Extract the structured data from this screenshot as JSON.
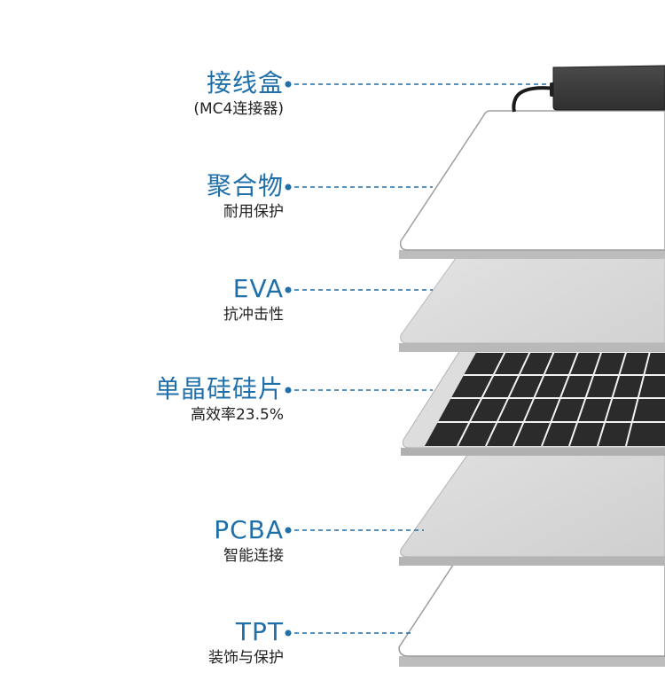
{
  "theme": {
    "accent": "#1f6fab",
    "text_dark": "#222222",
    "sheet_edge": "#a9a9a9",
    "cell_dark": "#2b2b2b",
    "box_dark": "#3a3a3a"
  },
  "layers": [
    {
      "id": "junction-box",
      "name": "接线盒",
      "desc": "(MC4连接器)"
    },
    {
      "id": "polymer",
      "name": "聚合物",
      "desc": "耐用保护"
    },
    {
      "id": "eva",
      "name": "EVA",
      "desc": "抗冲击性"
    },
    {
      "id": "mono-cells",
      "name": "单晶硅硅片",
      "desc": "高效率23.5%"
    },
    {
      "id": "pcba",
      "name": "PCBA",
      "desc": "智能连接"
    },
    {
      "id": "tpt",
      "name": "TPT",
      "desc": "装饰与保护"
    }
  ]
}
